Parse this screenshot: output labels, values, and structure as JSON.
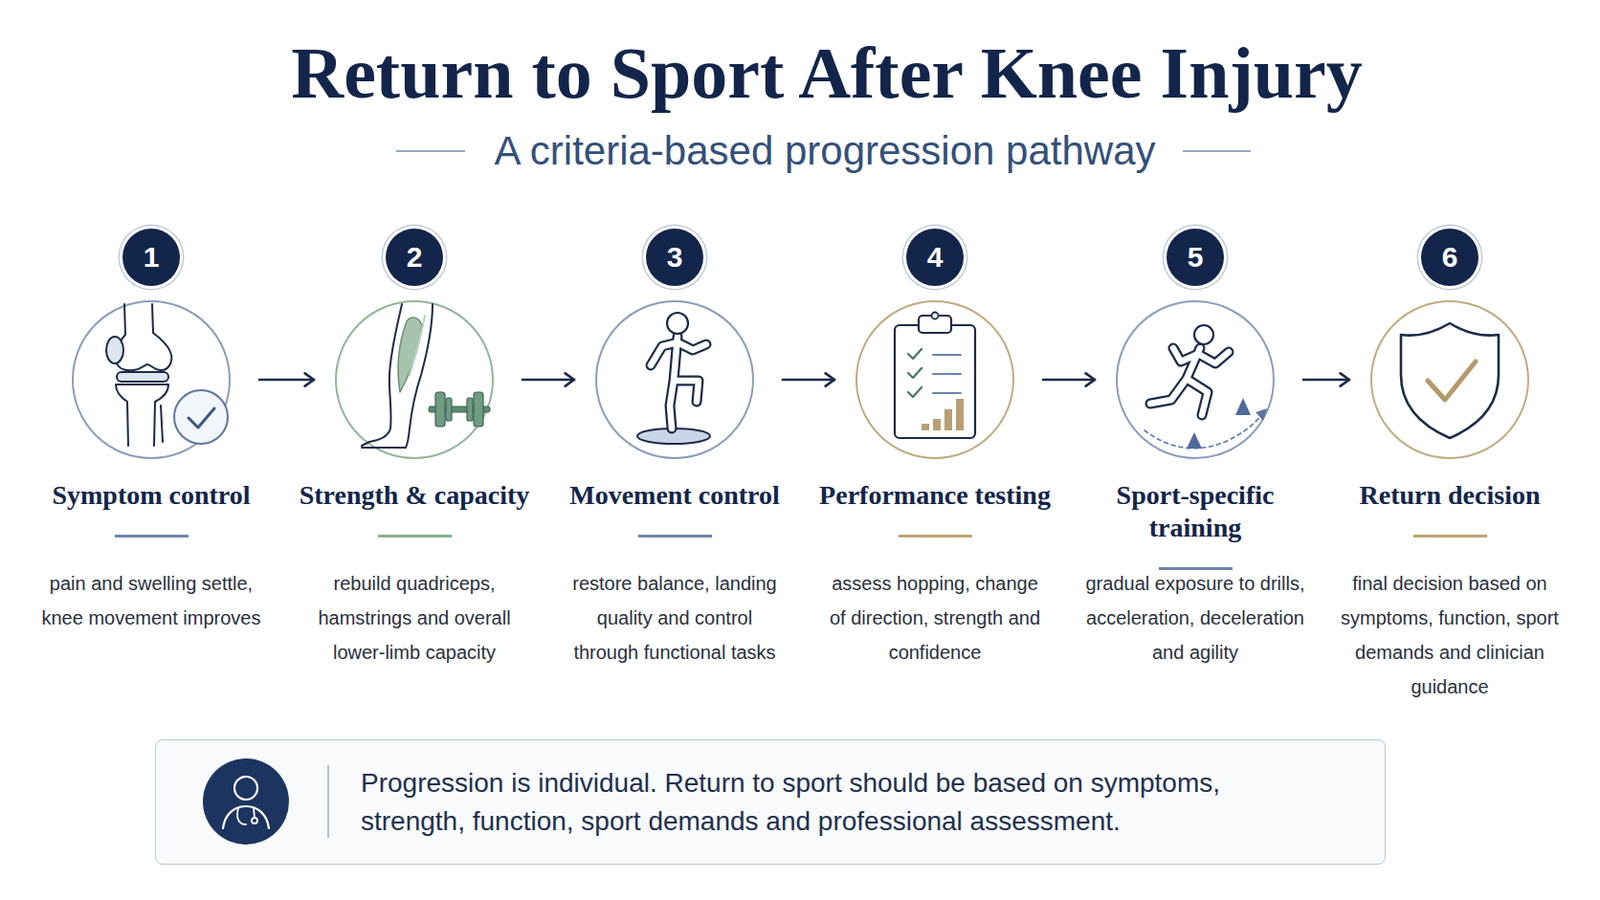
{
  "diagram": {
    "title": "Return to Sport After Knee Injury",
    "nodes": [
      {
        "text": [
          "1"
        ]
      },
      {
        "text": [
          "Symptom control",
          "pain and swelling settle, knee movement improves"
        ]
      },
      {
        "text": [
          "2"
        ]
      },
      {
        "text": [
          "Strength & capacity",
          "rebuild quadriceps, hamstrings and overall lower-limb capacity"
        ]
      },
      {
        "text": [
          "3"
        ]
      },
      {
        "text": [
          "Movement control",
          "restore balance, landing quality and control through functional tasks"
        ]
      },
      {
        "text": [
          "4"
        ]
      },
      {
        "text": [
          "Performance testing",
          "assess hopping, change of direction, strength and confidence"
        ]
      },
      {
        "text": [
          "5"
        ]
      },
      {
        "text": [
          "Sport-specific training",
          "gradual exposure to drills, acceleration, deceleration and agility"
        ]
      },
      {
        "text": [
          "6"
        ]
      },
      {
        "text": [
          "Return decision",
          "final decision based on symptoms, function, sport demands and clinician guidance"
        ]
      },
      {
        "text": [
          "Progression is individual. Return to sport should be based on symptoms, strength, function, sport demands and professional assessment."
        ]
      }
    ],
    "edges": [
      {
        "from": 1,
        "to": 3,
        "arrow": "to"
      },
      {
        "from": 3,
        "to": 5,
        "arrow": "to"
      },
      {
        "from": 5,
        "to": 7,
        "arrow": "to"
      },
      {
        "from": 7,
        "to": 9,
        "arrow": "to"
      },
      {
        "from": 9,
        "to": 11,
        "arrow": "to"
      }
    ],
    "labels": [
      "A criteria-based progression pathway"
    ]
  }
}
